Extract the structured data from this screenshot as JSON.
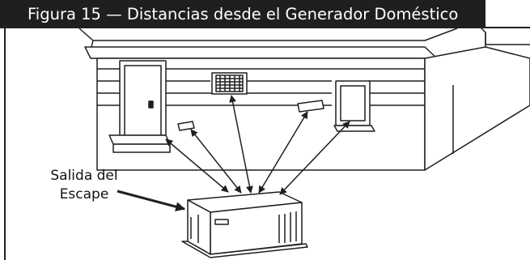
{
  "figure": {
    "title": "Figura 15 — Distancias desde el Generador Doméstico"
  },
  "callout": {
    "line1": "Salida del",
    "line2": "Escape"
  },
  "colors": {
    "ink": "#1f1f1f",
    "background": "#ffffff"
  },
  "icons": [
    "house-illustration",
    "generator-illustration",
    "distance-arrow",
    "exhaust-arrow"
  ]
}
